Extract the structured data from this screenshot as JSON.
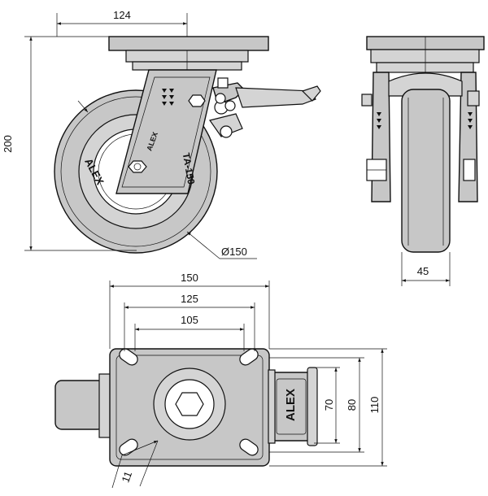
{
  "drawing": {
    "side_view": {
      "plate_width": "124",
      "overall_height": "200",
      "wheel_diameter": "Ø150",
      "brand": "ALEX",
      "model": "TA-150"
    },
    "front_view": {
      "wheel_width": "45"
    },
    "top_view": {
      "plate_length": "150",
      "hole_spacing_outer": "125",
      "hole_spacing_inner": "105",
      "hole_spacing_small": "70",
      "hole_spacing_mid": "80",
      "plate_width": "110",
      "hole_diameter": "11",
      "brake_brand": "ALEX"
    }
  }
}
